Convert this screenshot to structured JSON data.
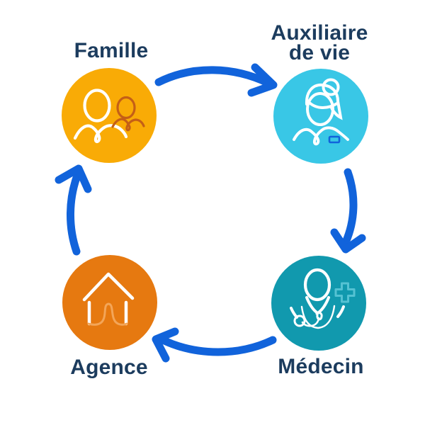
{
  "diagram": {
    "type": "cycle",
    "direction": "clockwise",
    "cycle_order": [
      "Famille",
      "Auxiliaire de vie",
      "Médecin",
      "Agence"
    ],
    "nodes": [
      {
        "id": "famille",
        "label": "Famille",
        "color": "#F9AB06",
        "icon": "family-icon"
      },
      {
        "id": "auxiliaire",
        "label": "Auxiliaire de vie",
        "color": "#39C7E6",
        "icon": "caregiver-icon"
      },
      {
        "id": "medecin",
        "label": "Médecin",
        "color": "#1199AE",
        "icon": "doctor-icon"
      },
      {
        "id": "agence",
        "label": "Agence",
        "color": "#E67910",
        "icon": "house-icon"
      }
    ],
    "colors": {
      "arrow": "#1163DB",
      "label_text": "#1C3C5E",
      "icon_stroke": "#FFFFFF",
      "family_child_stroke": "#C45F17",
      "house_loop_stroke": "#F3A558",
      "medical_cross_stroke": "#55C2D3",
      "badge_stroke": "#1163DB"
    }
  }
}
